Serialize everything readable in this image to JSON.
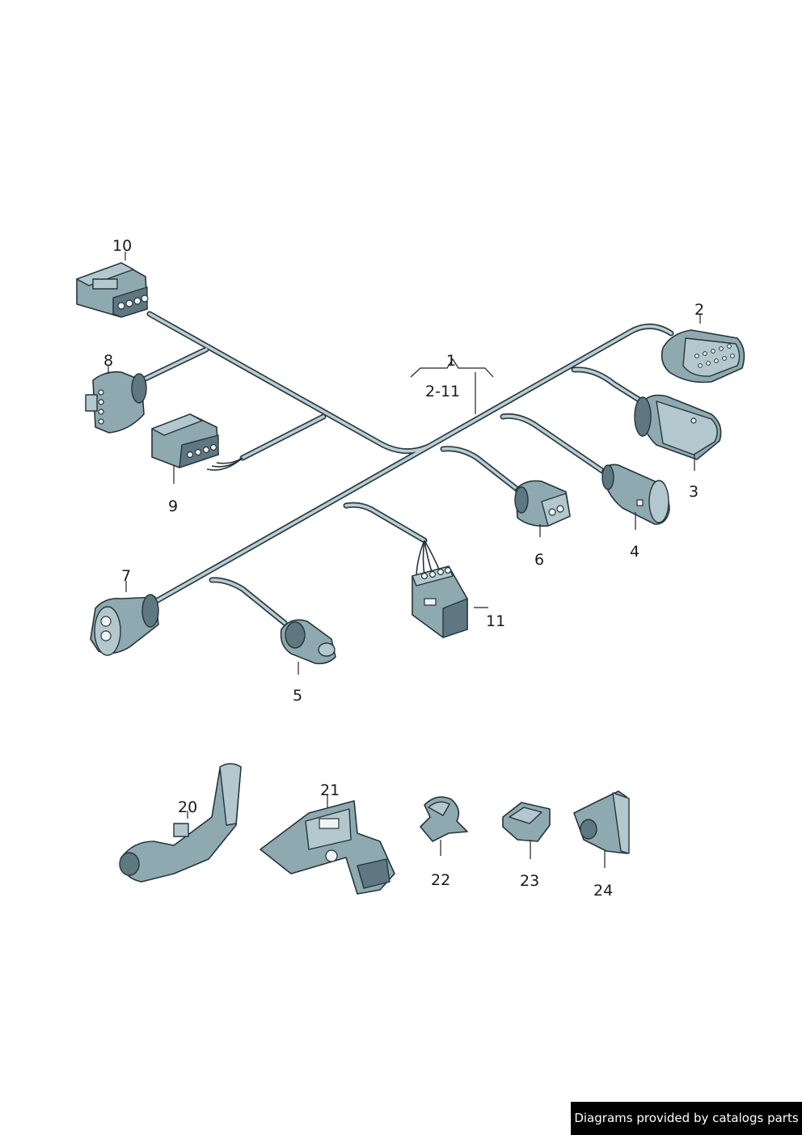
{
  "labels": {
    "l1": "1",
    "l2_11": "2-11",
    "l2": "2",
    "l3": "3",
    "l4": "4",
    "l5": "5",
    "l6": "6",
    "l7": "7",
    "l8": "8",
    "l9": "9",
    "l10": "10",
    "l11": "11",
    "l20": "20",
    "l21": "21",
    "l22": "22",
    "l23": "23",
    "l24": "24"
  },
  "footer": {
    "text": "Diagrams provided by catalogs parts"
  },
  "colors": {
    "part_fill": "#8fa9b1",
    "outline": "#26343a",
    "wire_core": "#b9cdd4"
  }
}
